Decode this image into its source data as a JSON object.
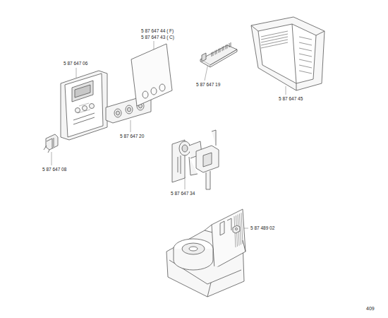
{
  "diagram": {
    "labels": [
      "5 87 647 06",
      "5 87 647 08",
      "5 87 647 20",
      "5 87 647 44 ( F)",
      "5 87 647 43 ( C)",
      "5 87 647 19",
      "5 87 647 45",
      "5 87 647 34",
      "5 87 489 02",
      "409"
    ]
  }
}
